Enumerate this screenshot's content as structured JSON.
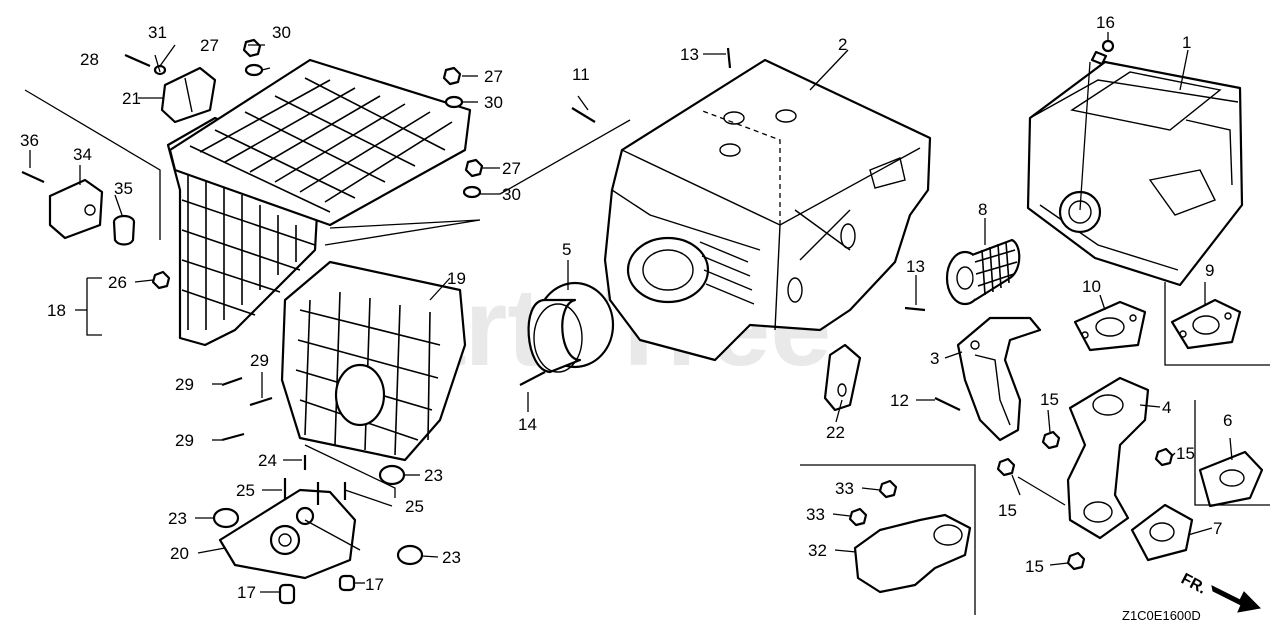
{
  "watermark": "PartsTree",
  "diagram_code": "Z1C0E1600D",
  "direction_label": "FR.",
  "callouts": [
    {
      "id": "c1",
      "label": "1"
    },
    {
      "id": "c2",
      "label": "2"
    },
    {
      "id": "c3",
      "label": "3"
    },
    {
      "id": "c4",
      "label": "4"
    },
    {
      "id": "c5",
      "label": "5"
    },
    {
      "id": "c6",
      "label": "6"
    },
    {
      "id": "c7",
      "label": "7"
    },
    {
      "id": "c8",
      "label": "8"
    },
    {
      "id": "c9",
      "label": "9"
    },
    {
      "id": "c10",
      "label": "10"
    },
    {
      "id": "c11",
      "label": "11"
    },
    {
      "id": "c12",
      "label": "12"
    },
    {
      "id": "c13a",
      "label": "13"
    },
    {
      "id": "c13b",
      "label": "13"
    },
    {
      "id": "c14",
      "label": "14"
    },
    {
      "id": "c15a",
      "label": "15"
    },
    {
      "id": "c15b",
      "label": "15"
    },
    {
      "id": "c15c",
      "label": "15"
    },
    {
      "id": "c15d",
      "label": "15"
    },
    {
      "id": "c16",
      "label": "16"
    },
    {
      "id": "c17a",
      "label": "17"
    },
    {
      "id": "c17b",
      "label": "17"
    },
    {
      "id": "c18",
      "label": "18"
    },
    {
      "id": "c19",
      "label": "19"
    },
    {
      "id": "c20",
      "label": "20"
    },
    {
      "id": "c21",
      "label": "21"
    },
    {
      "id": "c22",
      "label": "22"
    },
    {
      "id": "c23a",
      "label": "23"
    },
    {
      "id": "c23b",
      "label": "23"
    },
    {
      "id": "c23c",
      "label": "23"
    },
    {
      "id": "c24",
      "label": "24"
    },
    {
      "id": "c25a",
      "label": "25"
    },
    {
      "id": "c25b",
      "label": "25"
    },
    {
      "id": "c26",
      "label": "26"
    },
    {
      "id": "c27a",
      "label": "27"
    },
    {
      "id": "c27b",
      "label": "27"
    },
    {
      "id": "c27c",
      "label": "27"
    },
    {
      "id": "c28",
      "label": "28"
    },
    {
      "id": "c29a",
      "label": "29"
    },
    {
      "id": "c29b",
      "label": "29"
    },
    {
      "id": "c29c",
      "label": "29"
    },
    {
      "id": "c30a",
      "label": "30"
    },
    {
      "id": "c30b",
      "label": "30"
    },
    {
      "id": "c30c",
      "label": "30"
    },
    {
      "id": "c31",
      "label": "31"
    },
    {
      "id": "c32",
      "label": "32"
    },
    {
      "id": "c33a",
      "label": "33"
    },
    {
      "id": "c33b",
      "label": "33"
    },
    {
      "id": "c34",
      "label": "34"
    },
    {
      "id": "c35",
      "label": "35"
    },
    {
      "id": "c36",
      "label": "36"
    }
  ]
}
